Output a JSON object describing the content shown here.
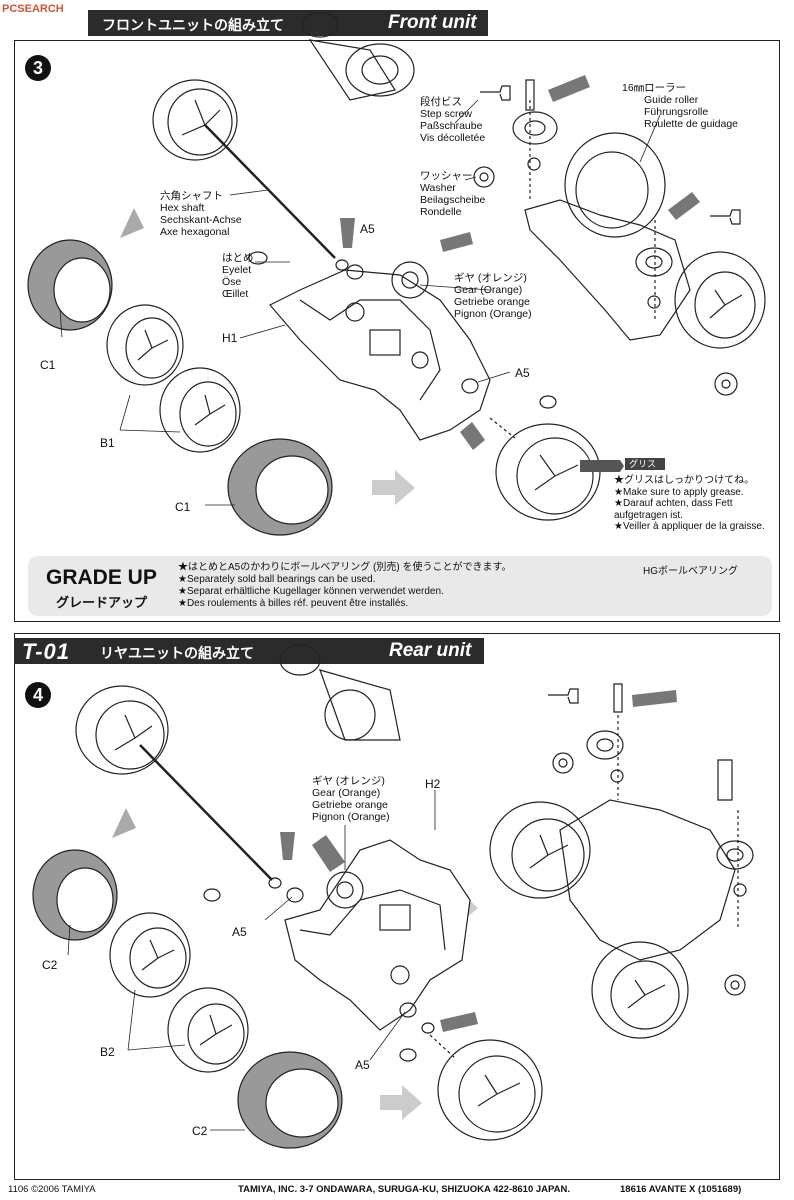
{
  "watermark": "PCSEARCH",
  "step3": {
    "number": "3",
    "header_jp": "フロントユニットの組み立て",
    "header_en": "Front unit",
    "labels": {
      "step_screw": [
        "段付ビス",
        "Step screw",
        "Paßschraube",
        "Vis décolletée"
      ],
      "guide_roller": [
        "16㎜ローラー",
        "Guide roller",
        "Führungsrolle",
        "Roulette de guidage"
      ],
      "washer": [
        "ワッシャー",
        "Washer",
        "Beilagscheibe",
        "Rondelle"
      ],
      "hex_shaft": [
        "六角シャフト",
        "Hex shaft",
        "Sechskant-Achse",
        "Axe hexagonal"
      ],
      "eyelet": [
        "はとめ",
        "Eyelet",
        "Öse",
        "Œillet"
      ],
      "gear": [
        "ギヤ (オレンジ)",
        "Gear (Orange)",
        "Getriebe orange",
        "Pignon (Orange)"
      ]
    },
    "parts": {
      "a5_top": "A5",
      "a5_bottom": "A5",
      "h1": "H1",
      "c1_top": "C1",
      "b1": "B1",
      "c1_bottom": "C1"
    },
    "grease_tag": "グリス",
    "grease_notes": [
      "★グリスはしっかりつけてね。",
      "★Make sure to apply grease.",
      "★Darauf achten, dass Fett",
      "  aufgetragen ist.",
      "★Veiller à appliquer de la graisse."
    ]
  },
  "grade_up": {
    "title": "GRADE UP",
    "subtitle": "グレードアップ",
    "notes": [
      "★はとめとA5のかわりにボールベアリング (別売) を使うことができます。",
      "★Separately sold ball bearings can be used.",
      "★Separat erhältliche Kugellager können verwendet werden.",
      "★Des roulements à billes réf. peuvent être installés."
    ],
    "bearing_label": "HGボールベアリング"
  },
  "step4": {
    "number": "4",
    "code": "T-01",
    "header_jp": "リヤユニットの組み立て",
    "header_en": "Rear unit",
    "labels": {
      "gear": [
        "ギヤ (オレンジ)",
        "Gear (Orange)",
        "Getriebe orange",
        "Pignon (Orange)"
      ]
    },
    "parts": {
      "h2": "H2",
      "a5_top": "A5",
      "a5_bottom": "A5",
      "c2_top": "C2",
      "b2": "B2",
      "c2_bottom": "C2"
    }
  },
  "footer": {
    "left": "1106 ©2006 TAMIYA",
    "center": "TAMIYA, INC.  3-7 ONDAWARA, SURUGA-KU, SHIZUOKA 422-8610 JAPAN.",
    "right": "18616  AVANTE X (1051689)"
  }
}
